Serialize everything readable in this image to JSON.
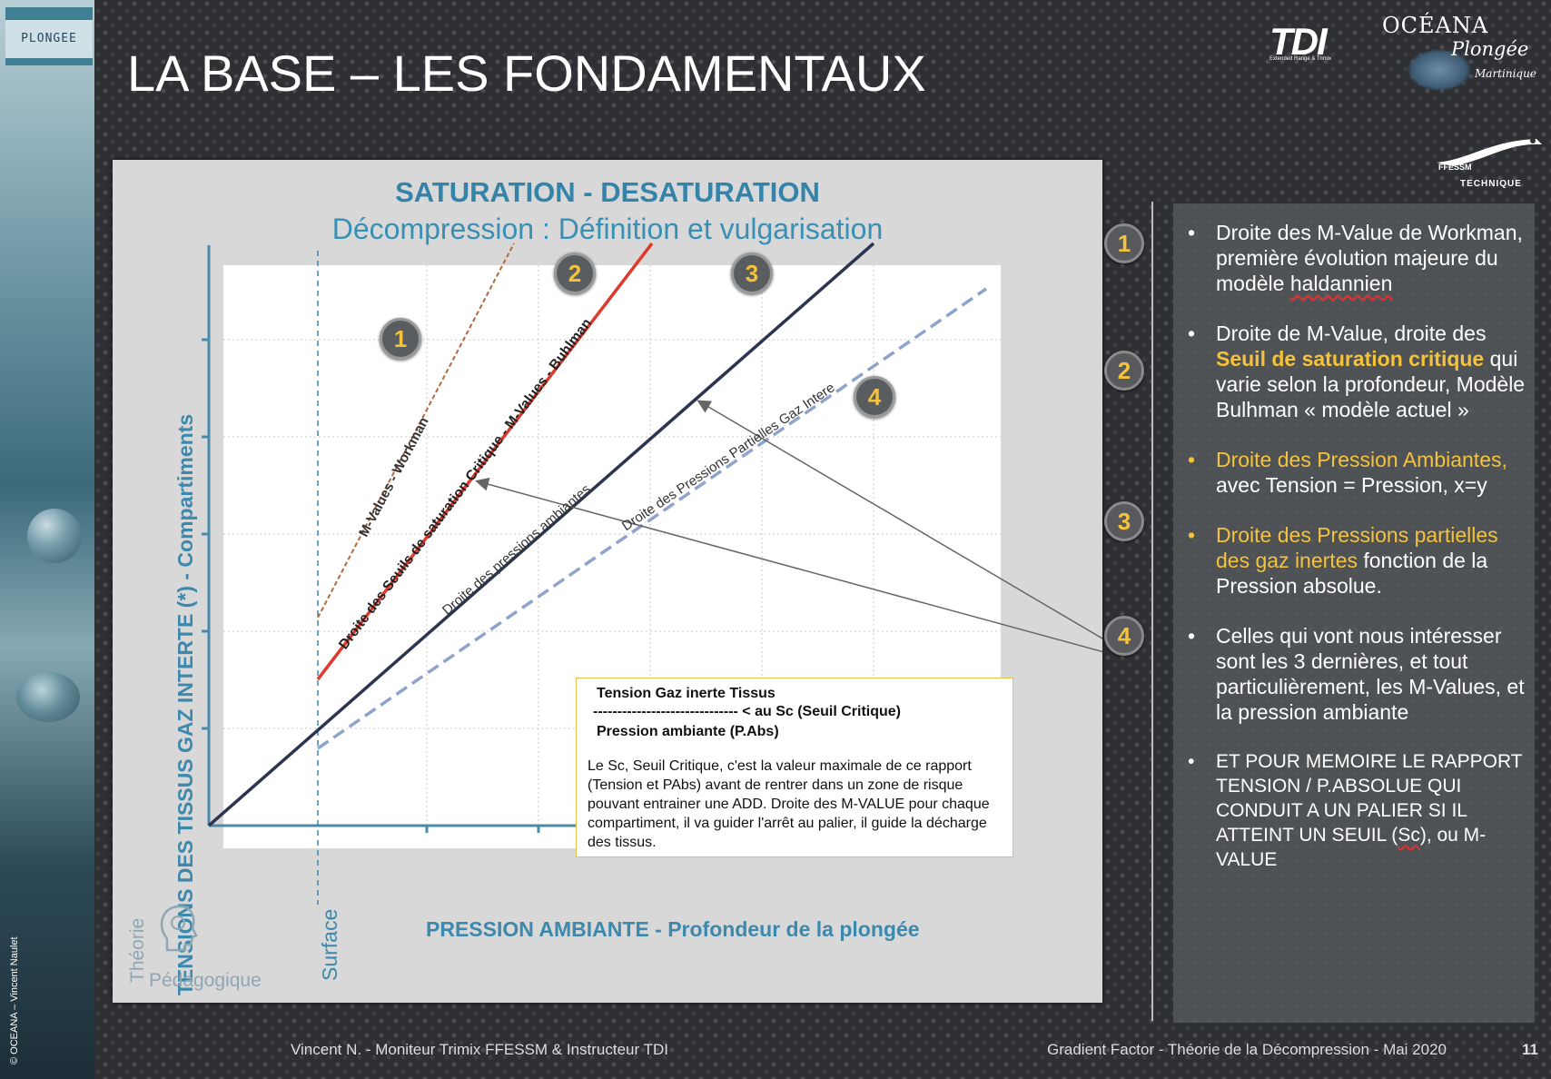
{
  "sidebar": {
    "tab_label": "PLONGEE",
    "copyright": "© OCEANA – Vincent Naulet"
  },
  "header": {
    "title": "LA BASE – LES FONDAMENTAUX",
    "logos": {
      "tdi": "TDI",
      "tdi_sub": "Extended Range & Trimix",
      "oceana_line1": "OCÉANA",
      "oceana_line2": "Plongée",
      "oceana_line3": "Martinique",
      "ffessm_brand": "FFESSM",
      "ffessm_sub": "TECHNIQUE"
    }
  },
  "diagram": {
    "title": "SATURATION - DESATURATION",
    "subtitle": "Décompression : Définition et vulgarisation",
    "y_axis_label": "TENSIONS DES TISSUS GAZ INTERTE (*) - Compartiments",
    "x_axis_label": "PRESSION AMBIANTE - Profondeur de la plongée",
    "surface_label": "Surface",
    "line_labels": {
      "workman": "M-Values - Workman",
      "buhlman": "Droite des Seuils de saturation Critique - M-Values - Buhlman",
      "ambient": "Droite des pressions ambiantes",
      "partial": "Droite des Pressions Partielles Gaz Intere"
    },
    "badges": [
      "1",
      "2",
      "3",
      "4"
    ],
    "theory_label_1": "Théorie",
    "theory_label_2": "Pédagogique",
    "formula": {
      "numerator": "Tension Gaz inerte Tissus",
      "fraction": "------------------------------ < au Sc (Seuil Critique)",
      "denominator": "Pression ambiante (P.Abs)",
      "explanation": "Le Sc, Seuil Critique, c'est la valeur maximale de ce rapport (Tension et PAbs) avant de rentrer dans un zone de risque pouvant entrainer une ADD. Droite des M-VALUE pour chaque compartiment, il va guider l'arrêt au palier, il guide la décharge des tissus."
    },
    "colors": {
      "workman": "#b5683a",
      "buhlman": "#e03a2e",
      "ambient": "#2b3550",
      "partial": "#8fa4cc",
      "axis": "#4a8aa8"
    }
  },
  "right_badges": [
    "1",
    "2",
    "3",
    "4"
  ],
  "bullets": [
    {
      "text": "Droite des M-Value de Workman, première évolution majeure du modèle ",
      "tail": "haldannien"
    },
    {
      "pre": "Droite de M-Value, droite des ",
      "hl": "Seuil de saturation critique",
      "post": " qui varie selon la profondeur, Modèle Bulhman « modèle actuel »"
    },
    {
      "hl": "Droite des Pression Ambiantes,",
      "post": " avec Tension = Pression, x=y"
    },
    {
      "hl": "Droite des Pressions partielles des gaz inertes",
      "post": " fonction de la Pression absolue."
    },
    {
      "text": "Celles qui vont nous intéresser sont les 3 dernières, et tout particulièrement, les M-Values, et la pression ambiante"
    },
    {
      "pre": "ET POUR MEMOIRE LE RAPPORT TENSION / P.ABSOLUE QUI CONDUIT A UN PALIER SI IL ATTEINT UN SEUIL (",
      "sq": "Sc",
      "post": "), ou M-VALUE"
    }
  ],
  "footer": {
    "left": "Vincent N. - Moniteur Trimix FFESSM & Instructeur TDI",
    "right": "Gradient Factor - Théorie de la Décompression - Mai 2020",
    "page": "11"
  }
}
